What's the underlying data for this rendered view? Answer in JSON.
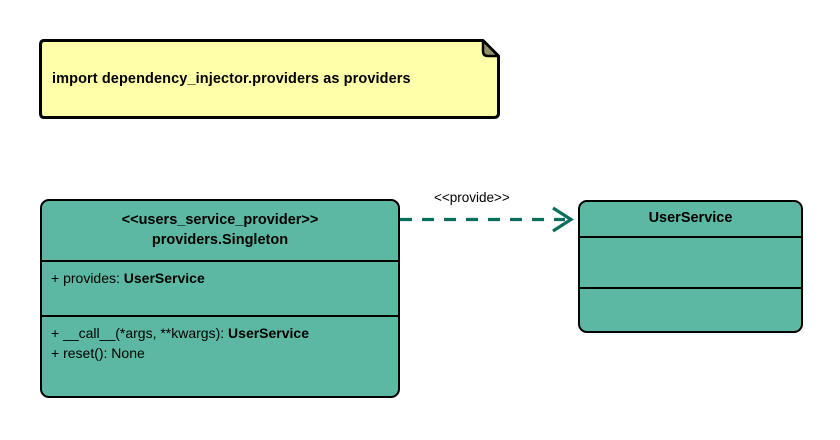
{
  "diagram": {
    "type": "uml-class-diagram",
    "background_color": "#ffffff",
    "note": {
      "text": "import dependency_injector.providers as providers",
      "fill_color": "#ffffaa",
      "border_color": "#000000",
      "fold_color": "#8f8f6a"
    },
    "classes": [
      {
        "id": "users-service-provider",
        "stereotype": "<<users_service_provider>>",
        "name": "providers.Singleton",
        "fill_color": "#5cb8a3",
        "border_color": "#000000",
        "attributes": [
          {
            "visibility": "+",
            "text": "provides: ",
            "type": "UserService"
          }
        ],
        "methods": [
          {
            "visibility": "+",
            "text": "__call__(*args, **kwargs): ",
            "type": "UserService"
          },
          {
            "visibility": "+",
            "text": "reset(): None",
            "type": ""
          }
        ]
      },
      {
        "id": "user-service",
        "stereotype": "",
        "name": "UserService",
        "fill_color": "#5cb8a3",
        "border_color": "#000000",
        "attributes": [],
        "methods": []
      }
    ],
    "relationships": [
      {
        "id": "provide-dependency",
        "label": "<<provide>>",
        "style": "dashed",
        "arrowhead": "open",
        "color": "#0a6e5c",
        "from": "users-service-provider",
        "to": "user-service"
      }
    ]
  }
}
